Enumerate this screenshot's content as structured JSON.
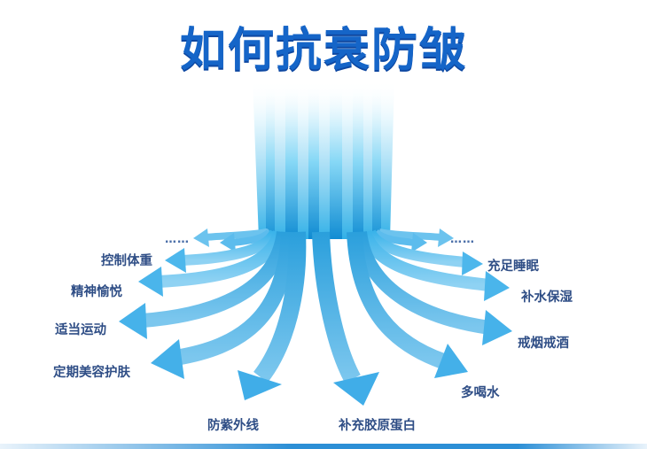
{
  "title": "如何抗衰防皱",
  "labels": {
    "left_ellipsis": "……",
    "right_ellipsis": "……",
    "control_weight": "控制体重",
    "energetic": "精神愉悦",
    "exercise": "适当运动",
    "skincare": "定期美容护肤",
    "sun_protection": "防紫外线",
    "collagen": "补充胶原蛋白",
    "drink_water": "多喝水",
    "quit_smoke_drink": "戒烟戒酒",
    "hydrate": "补水保湿",
    "sleep": "充足睡眠"
  },
  "colors": {
    "title": "#1565c8",
    "label": "#2f4e86",
    "arrow_top": "#3ab3ea",
    "arrow_bottom": "#a9ddf6",
    "trunk_light": "#dff5fd",
    "trunk_core": "#1aa7e4"
  }
}
